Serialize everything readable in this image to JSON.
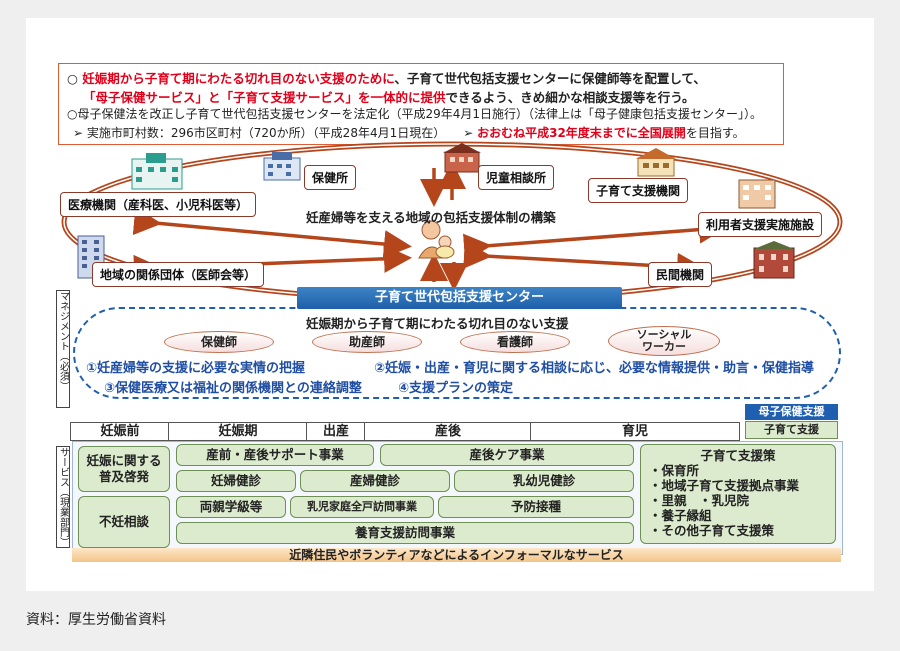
{
  "summary": {
    "line1_a": "○ ",
    "line1_red": "妊娠期から子育て期にわたる切れ目のない支援のために",
    "line1_b": "、子育て世代包括支援センターに保健師等を配置して、",
    "line2_red": "「母子保健サービス」と「子育て支援サービス」を一体的に提供",
    "line2_b": "できるよう、きめ細かな相談支援等を行う。",
    "line3": "○母子保健法を改正し子育て世代包括支援センターを法定化（平成29年4月1日施行）（法律上は「母子健康包括支援センター」）。",
    "line4_a": "➢ 実施市町村数：296市区町村（720か所）（平成28年4月1日現在）",
    "line4_b": "➢ ",
    "line4_red": "おおむね平成32年度末までに全国展開",
    "line4_c": "を目指す。"
  },
  "network": {
    "iryo": "医療機関（産科医、小児科医等）",
    "hokenjo": "保健所",
    "jido": "児童相談所",
    "kosodate_kikan": "子育て支援機関",
    "riyousha": "利用者支援実施施設",
    "chiiki": "地域の関係団体（医師会等）",
    "minkan": "民間機関",
    "caption": "妊産婦等を支える地域の包括支援体制の構築"
  },
  "center": {
    "title": "子育て世代包括支援センター",
    "management_label": "マネジメント（必須）",
    "subtitle": "妊娠期から子育て期にわたる切れ目のない支援",
    "staff": [
      "保健師",
      "助産師",
      "看護師",
      "ソーシャル\nワーカー"
    ],
    "items": [
      "①妊産婦等の支援に必要な実情の把握",
      "②妊娠・出産・育児に関する相談に応じ、必要な情報提供・助言・保健指導",
      "③保健医療又は福祉の関係機関との連絡調整",
      "④支援プランの策定"
    ]
  },
  "timeline": {
    "stages": [
      "妊娠前",
      "妊娠期",
      "出産",
      "産後",
      "育児"
    ],
    "legend": [
      "母子保健支援",
      "子育て支援"
    ]
  },
  "services": {
    "label": "サービス（現業部門）",
    "left": [
      "妊娠に関する\n普及啓発",
      "不妊相談"
    ],
    "boxes": {
      "sanzen": "産前・産後サポート事業",
      "sangocare": "産後ケア事業",
      "ninpu": "妊婦健診",
      "sanpu": "産婦健診",
      "nyuyoji": "乳幼児健診",
      "ryoshin": "両親学級等",
      "zenko": "乳児家庭全戸訪問事業",
      "yobo": "予防接種",
      "yoiku": "養育支援訪問事業"
    },
    "kosodate_title": "子育て支援策",
    "kosodate_items": [
      "・保育所",
      "・地域子育て支援拠点事業",
      "・里親　・乳児院",
      "・養子縁組",
      "・その他子育て支援策"
    ],
    "informal": "近隣住民やボランティアなどによるインフォーマルなサービス"
  },
  "footer": "資料：厚生労働省資料",
  "colors": {
    "arrow": "#b5451b",
    "center": "#1e5fa8",
    "green": "#dcebcd"
  }
}
